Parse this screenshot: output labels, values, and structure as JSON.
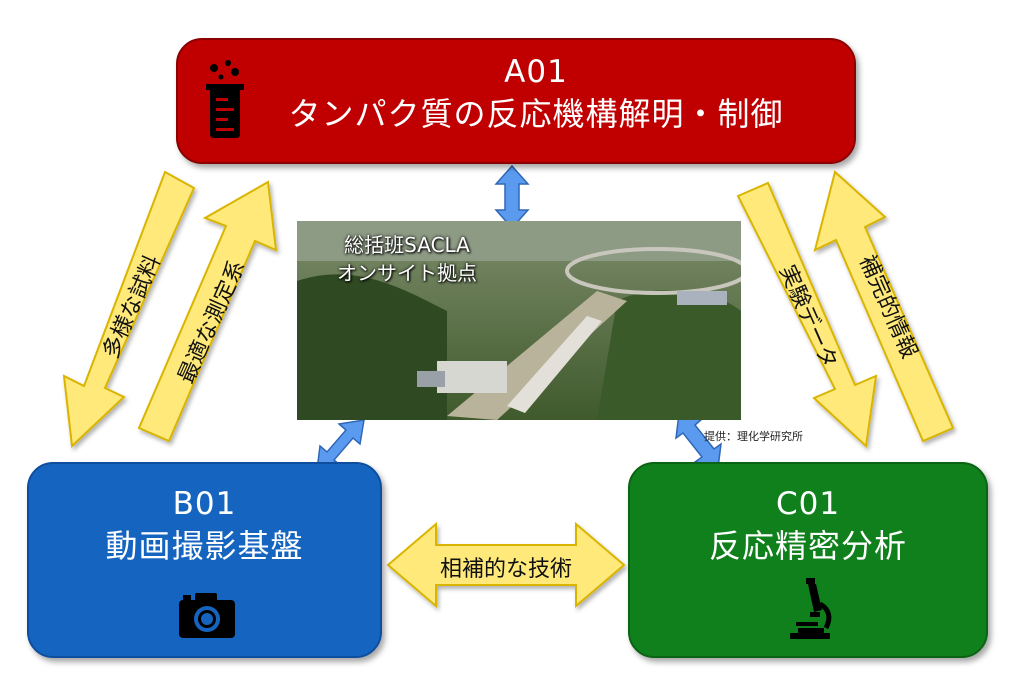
{
  "nodes": {
    "a01": {
      "code": "A01",
      "title": "タンパク質の反応機構解明・制御",
      "color": "#c00000",
      "icon": "beaker-icon"
    },
    "b01": {
      "code": "B01",
      "title": "動画撮影基盤",
      "color": "#1565c0",
      "icon": "camera-icon"
    },
    "c01": {
      "code": "C01",
      "title": "反応精密分析",
      "color": "#10801c",
      "icon": "microscope-icon"
    }
  },
  "hub": {
    "caption_line1": "総括班SACLA",
    "caption_line2": "オンサイト拠点",
    "credit": "提供：理化学研究所"
  },
  "arrows": {
    "a_to_b": "多様な試料",
    "b_to_a": "最適な測定系",
    "a_to_c": "実験データ",
    "c_to_a": "補完的情報",
    "b_c": "相補的な技術"
  },
  "colors": {
    "arrow_fill": "#ffe97a",
    "arrow_stroke": "#d9b400",
    "link": "#5b9bef",
    "link_stroke": "#2f67b8"
  }
}
